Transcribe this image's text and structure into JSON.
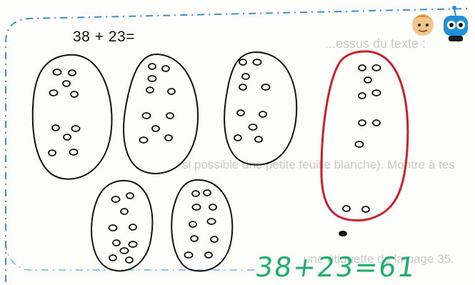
{
  "worksheet": {
    "problem_text": "38 + 23=",
    "answer_text": "38+23=61",
    "faint_lines": [
      "...essus du texte :",
      "si possible une petite feuille blanche). Montre à tes",
      "une étiquette de la page 35."
    ]
  },
  "colors": {
    "pencil": "#111111",
    "red_loop": "#cc1f2a",
    "answer_green": "#1fae6b",
    "border_blue": "#3f8fd0"
  },
  "icons": [
    "boy-face-icon",
    "robot-mascot-icon"
  ]
}
